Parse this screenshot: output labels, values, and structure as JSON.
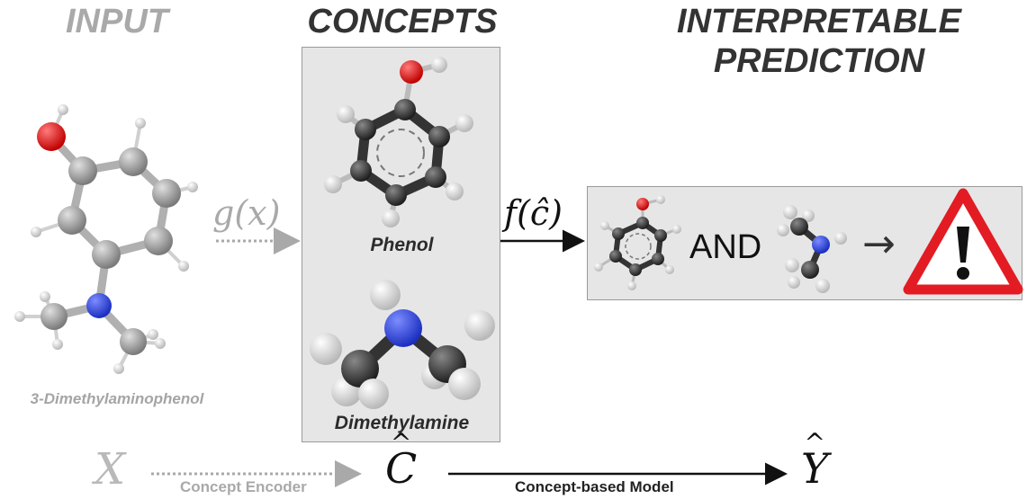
{
  "headers": {
    "input": "INPUT",
    "concepts": "CONCEPTS",
    "prediction_line1": "INTERPRETABLE",
    "prediction_line2": "PREDICTION"
  },
  "input_molecule": "3-Dimethylaminophenol",
  "concepts": [
    "Phenol",
    "Dimethylamine"
  ],
  "functions": {
    "encoder": "g(x)",
    "predictor": "f(ĉ)"
  },
  "rule": {
    "connective": "AND",
    "arrow": "→",
    "outcome_icon": "warning-triangle-icon"
  },
  "bottom": {
    "x_symbol": "X",
    "c_symbol": "C",
    "y_symbol": "Y",
    "encoder_label": "Concept Encoder",
    "model_label": "Concept-based Model"
  },
  "colors": {
    "oxygen": "#e60000",
    "nitrogen": "#2f46e0",
    "carbon_dark": "#333333",
    "carbon_light": "#999999",
    "warning_red": "#e31b23"
  }
}
